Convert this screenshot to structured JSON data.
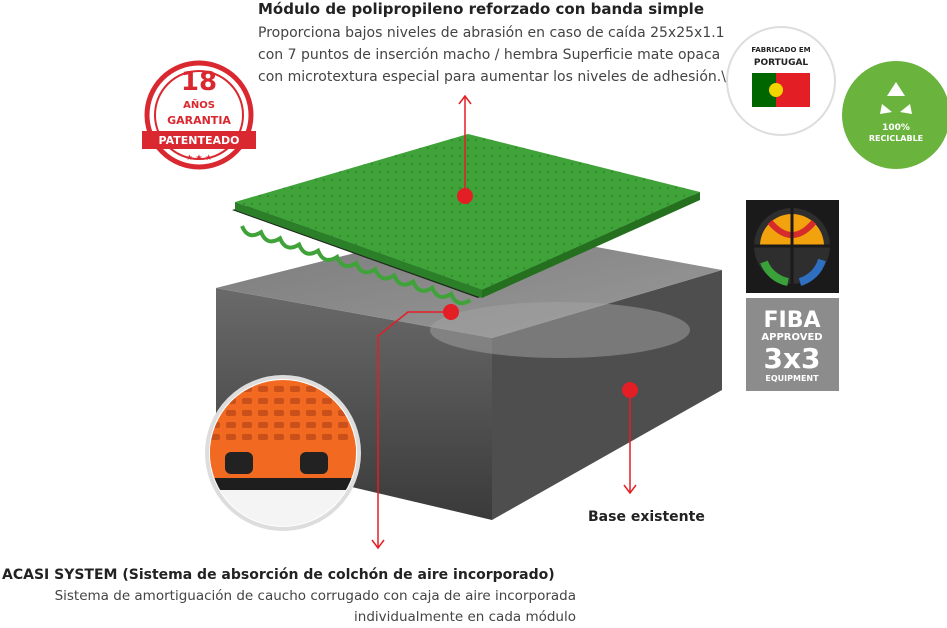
{
  "top_module": {
    "title": "Módulo de polipropileno reforzado con banda simple",
    "description": "Proporciona bajos niveles de abrasión en caso de caída 25x25x1.1 con 7 puntos de inserción macho / hembra Superficie mate opaca con microtextura especial para aumentar los niveles de adhesión.\\"
  },
  "base": {
    "label": "Base existente"
  },
  "acasi": {
    "title": "ACASI SYSTEM (Sistema de absorción de colchón de aire incorporado)",
    "description": "Sistema de amortiguación de caucho corrugado con caja de aire incorporada individualmente en cada módulo"
  },
  "badges": {
    "warranty": {
      "number": "18",
      "years": "AÑOS",
      "garantia": "GARANTIA",
      "patent": "PATENTEADO",
      "color": "#d9282f"
    },
    "made_in": {
      "line1": "FABRICADO EM",
      "line2": "PORTUGAL"
    },
    "recycle": {
      "pct": "100%",
      "label": "RECICLABLE",
      "color": "#6ab43e"
    },
    "fiba": {
      "line1": "FIBA",
      "line2": "APPROVED",
      "line3": "3x3",
      "line4": "EQUIPMENT",
      "color": "#8c8c8c"
    }
  },
  "colors": {
    "accent": "#e31e24",
    "tile_green": "#3fa33a",
    "tile_orange": "#f26a21",
    "base_gray": "#5c5c5c"
  }
}
